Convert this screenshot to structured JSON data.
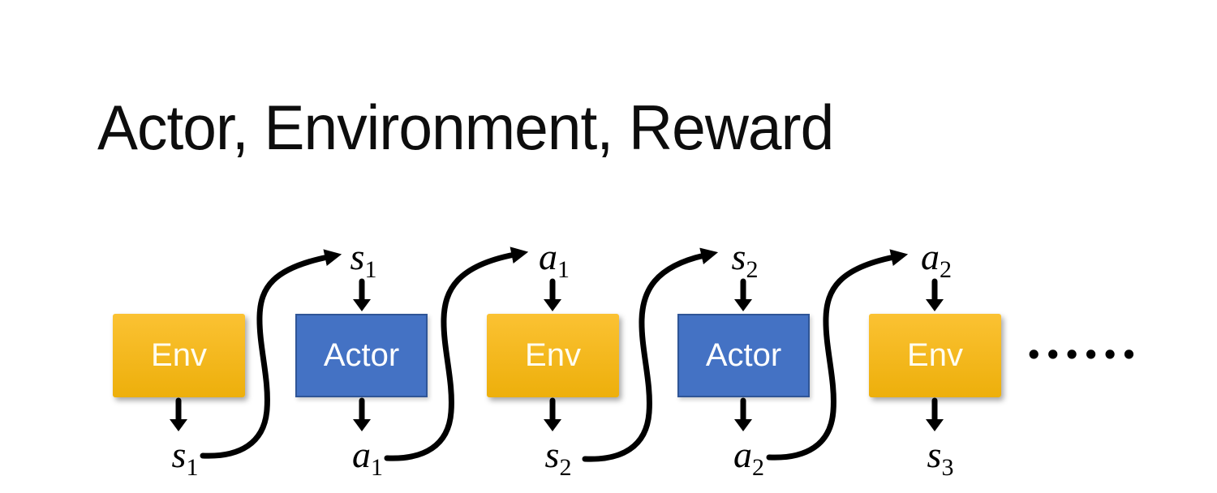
{
  "title": "Actor, Environment, Reward",
  "diagram": {
    "boxes": [
      {
        "label": "Env",
        "type": "env"
      },
      {
        "label": "Actor",
        "type": "actor"
      },
      {
        "label": "Env",
        "type": "env"
      },
      {
        "label": "Actor",
        "type": "actor"
      },
      {
        "label": "Env",
        "type": "env"
      }
    ],
    "top_labels": [
      {
        "base": "s",
        "sub": "1"
      },
      {
        "base": "a",
        "sub": "1"
      },
      {
        "base": "s",
        "sub": "2"
      },
      {
        "base": "a",
        "sub": "2"
      }
    ],
    "bottom_labels": [
      {
        "base": "s",
        "sub": "1"
      },
      {
        "base": "a",
        "sub": "1"
      },
      {
        "base": "s",
        "sub": "2"
      },
      {
        "base": "a",
        "sub": "2"
      },
      {
        "base": "s",
        "sub": "3"
      }
    ],
    "ellipsis": "••••••",
    "colors": {
      "env_top": "#FBC233",
      "env_bottom": "#EDAF0B",
      "actor_fill": "#4472C4",
      "actor_border": "#2F5597",
      "arrow": "#000000"
    }
  }
}
